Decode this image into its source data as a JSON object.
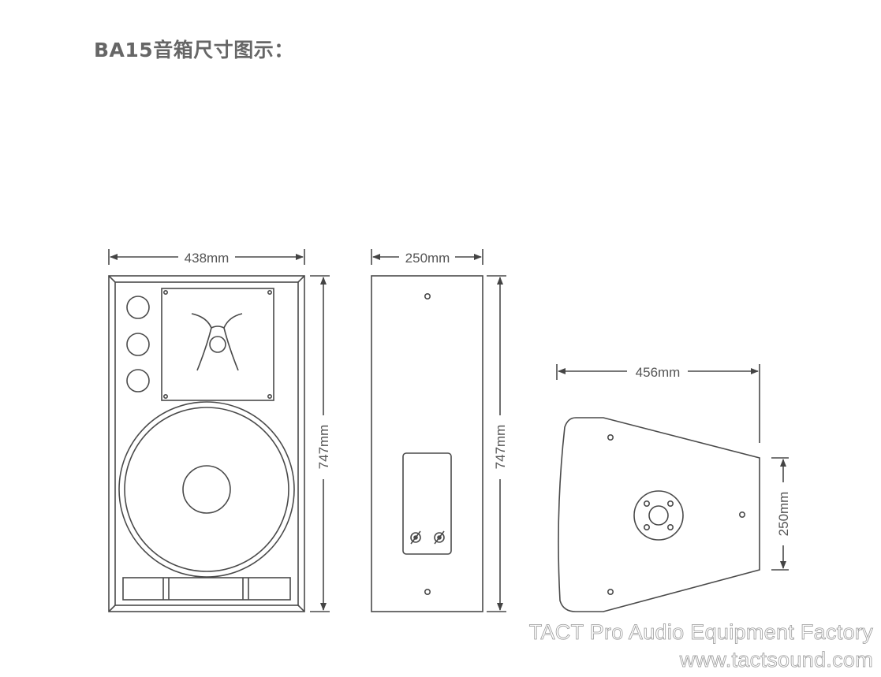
{
  "title": "BA15音箱尺寸图示：",
  "front_view": {
    "width_label": "438mm",
    "height_label": "747mm"
  },
  "side_view": {
    "width_label": "250mm",
    "height_label": "747mm"
  },
  "top_view": {
    "width_label": "456mm",
    "height_label": "250mm"
  },
  "watermark": {
    "company": "TACT Pro Audio Equipment Factory",
    "website": "www.tactsound.com"
  },
  "colors": {
    "line": "#4a4a4a",
    "title": "#666666",
    "dimension_text": "#555555"
  }
}
